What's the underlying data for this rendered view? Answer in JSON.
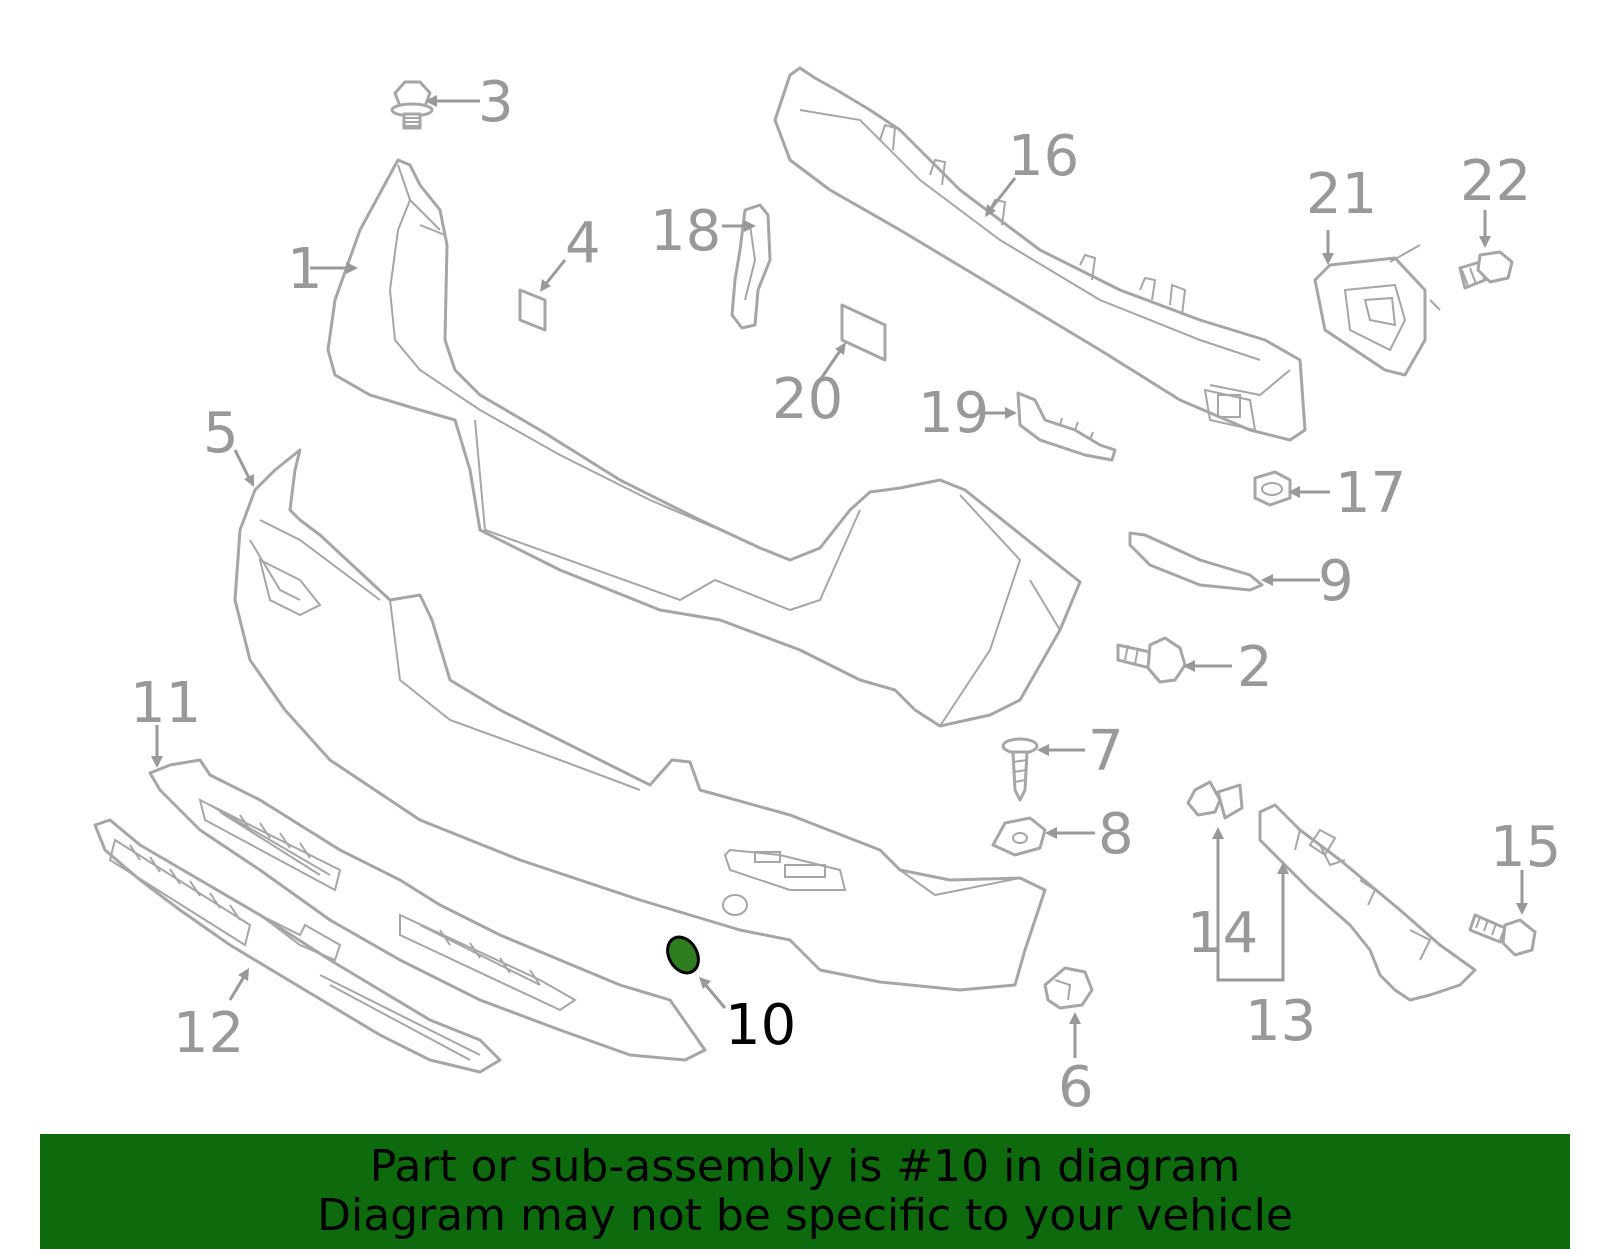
{
  "callouts": [
    {
      "id": "1",
      "label": "1"
    },
    {
      "id": "2",
      "label": "2"
    },
    {
      "id": "3",
      "label": "3"
    },
    {
      "id": "4",
      "label": "4"
    },
    {
      "id": "5",
      "label": "5"
    },
    {
      "id": "6",
      "label": "6"
    },
    {
      "id": "7",
      "label": "7"
    },
    {
      "id": "8",
      "label": "8"
    },
    {
      "id": "9",
      "label": "9"
    },
    {
      "id": "10",
      "label": "10",
      "highlighted": true
    },
    {
      "id": "11",
      "label": "11"
    },
    {
      "id": "12",
      "label": "12"
    },
    {
      "id": "13",
      "label": "13"
    },
    {
      "id": "14",
      "label": "14"
    },
    {
      "id": "15",
      "label": "15"
    },
    {
      "id": "16",
      "label": "16"
    },
    {
      "id": "17",
      "label": "17"
    },
    {
      "id": "18",
      "label": "18"
    },
    {
      "id": "19",
      "label": "19"
    },
    {
      "id": "20",
      "label": "20"
    },
    {
      "id": "21",
      "label": "21"
    },
    {
      "id": "22",
      "label": "22"
    }
  ],
  "banner": {
    "line1": "Part or sub-assembly is #10 in diagram",
    "line2": "Diagram may not be specific to your vehicle"
  },
  "colors": {
    "highlight_part": "#2e7d1f",
    "banner_bg": "#0d6a0d",
    "line_art": "#a6a6a6",
    "callout_text": "#999999",
    "highlight_text": "#000000"
  }
}
